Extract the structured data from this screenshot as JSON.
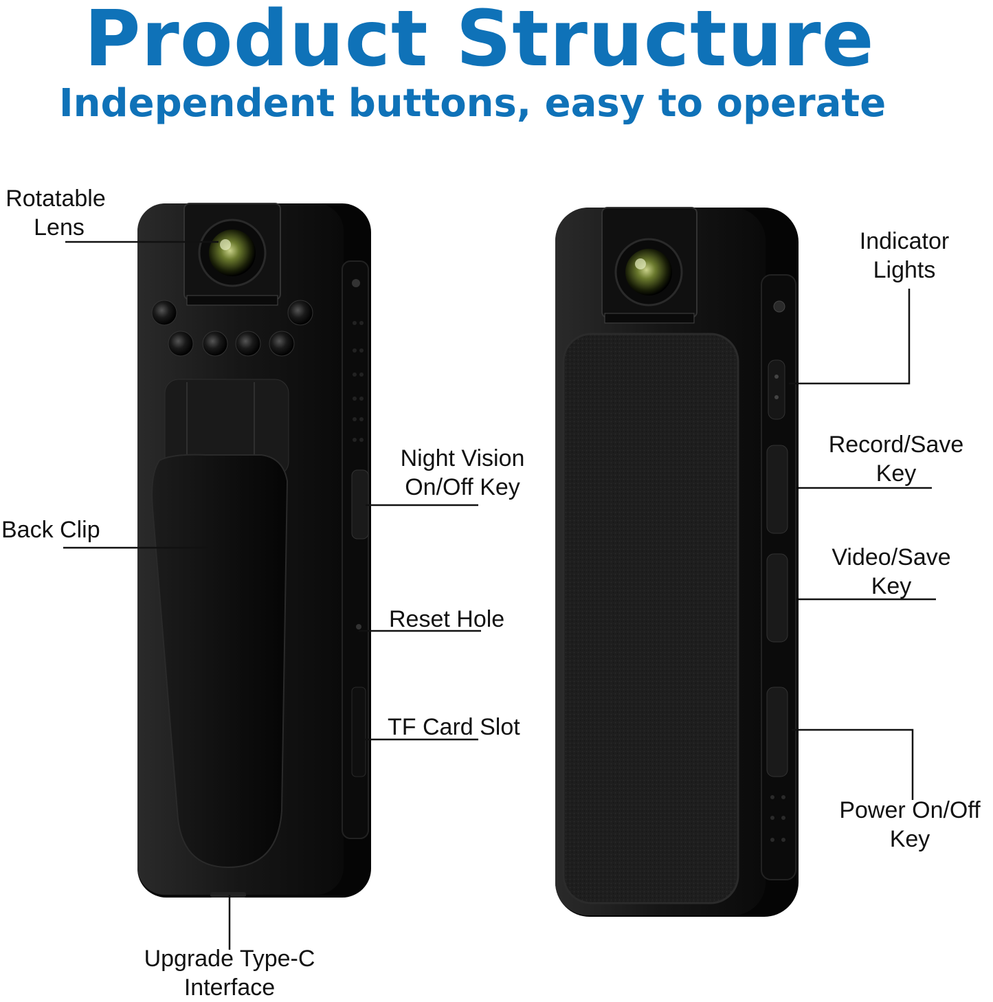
{
  "header": {
    "title": "Product Structure",
    "subtitle": "Independent buttons, easy to operate"
  },
  "callouts": {
    "rotatable_lens": [
      "Rotatable",
      "Lens"
    ],
    "back_clip": "Back Clip",
    "night_vision": [
      "Night Vision",
      "On/Off Key"
    ],
    "reset_hole": "Reset Hole",
    "tf_card_slot": "TF Card Slot",
    "type_c": [
      "Upgrade Type-C",
      "Interface"
    ],
    "indicator_lights": [
      "Indicator",
      "Lights"
    ],
    "record_save": [
      "Record/Save",
      "Key"
    ],
    "video_save": [
      "Video/Save",
      "Key"
    ],
    "power": [
      "Power On/Off",
      "Key"
    ]
  },
  "colors": {
    "brand_blue": "#0f72b8",
    "device_body": "#141414",
    "lens_glass": "#6b7a2e"
  }
}
